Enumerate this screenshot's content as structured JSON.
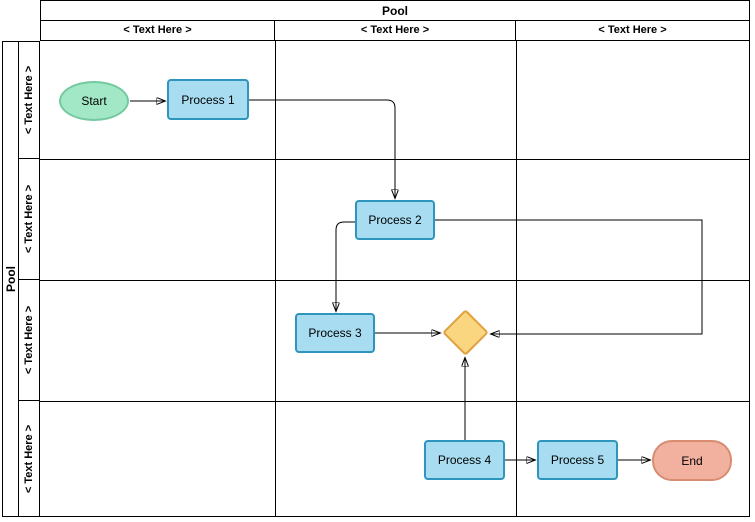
{
  "pool": {
    "title": "Pool",
    "vertical_title": "Pool",
    "columns": [
      {
        "label": "< Text Here >"
      },
      {
        "label": "< Text Here >"
      },
      {
        "label": "< Text Here >"
      }
    ],
    "lanes": [
      {
        "label": "< Text Here >"
      },
      {
        "label": "< Text Here >"
      },
      {
        "label": "< Text Here >"
      },
      {
        "label": "< Text Here >"
      }
    ]
  },
  "nodes": {
    "start": {
      "label": "Start",
      "type": "start-event"
    },
    "process1": {
      "label": "Process 1",
      "type": "task"
    },
    "process2": {
      "label": "Process 2",
      "type": "task"
    },
    "process3": {
      "label": "Process 3",
      "type": "task"
    },
    "gateway": {
      "label": "",
      "type": "decision-gateway"
    },
    "process4": {
      "label": "Process 4",
      "type": "task"
    },
    "process5": {
      "label": "Process 5",
      "type": "task"
    },
    "end": {
      "label": "End",
      "type": "end-event"
    }
  },
  "edges": [
    {
      "from": "start",
      "to": "process1",
      "arrow": "right"
    },
    {
      "from": "process1",
      "to": "process2",
      "arrow": "down"
    },
    {
      "from": "process2",
      "to": "process3",
      "arrow": "down"
    },
    {
      "from": "process2",
      "to": "gateway",
      "arrow": "left"
    },
    {
      "from": "process3",
      "to": "gateway",
      "arrow": "right"
    },
    {
      "from": "process4",
      "to": "gateway",
      "arrow": "up"
    },
    {
      "from": "process4",
      "to": "process5",
      "arrow": "right"
    },
    {
      "from": "process5",
      "to": "end",
      "arrow": "right"
    }
  ],
  "colors": {
    "task_fill": "#a7dcf1",
    "task_stroke": "#2e96bc",
    "start_fill": "#a2e8c6",
    "start_stroke": "#74c99e",
    "end_fill": "#f2b19e",
    "end_stroke": "#d88c72",
    "gateway_fill": "#fbd681",
    "gateway_stroke": "#e0a23f",
    "line": "#000000"
  }
}
